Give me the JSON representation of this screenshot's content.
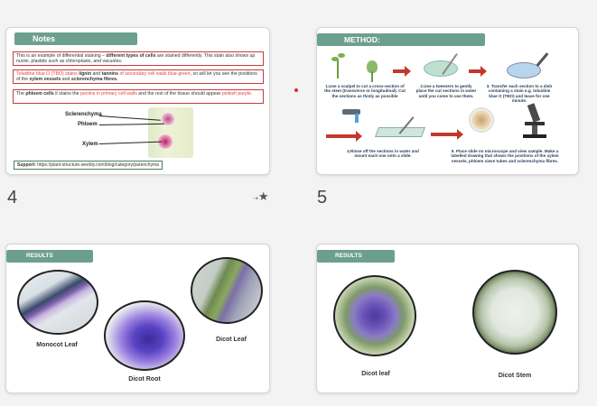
{
  "slides": [
    {
      "number": "4",
      "header": "Notes",
      "notes": [
        {
          "pre": "This is an example of differential staining – ",
          "bold": "different types of cells",
          "post": " are stained differently. This stain also shows up nuclei, plastids such as chloroplasts, and vacuoles."
        },
        {
          "red1": "Toluidine blue O (TBO) stains ",
          "b1": "lignin",
          "mid": " and ",
          "b2": "tannins",
          "red2": " of secondary cell walls blue-green",
          "post": ", so will let you see the positions of the ",
          "b3": "xylem vessels",
          "and": " and ",
          "b4": "sclerenchyma fibres."
        },
        {
          "pre": "The ",
          "bold": "phloem cells",
          "mid": " it stains the ",
          "red": "pectins in primary cell walls",
          "post": "  and the rest of the tissue should appear ",
          "red2": "pinkish purple."
        }
      ],
      "labels": [
        "Sclerenchyma",
        "Phloem",
        "Xylem"
      ],
      "support_label": "Support:",
      "support_url": "https://plant-structure.weebly.com/blog/category/parenchyma"
    },
    {
      "number": "5",
      "header": "METHOD:",
      "steps": [
        "1.Use a scalpel to cut a cross-section of the stem (transverse or longitudinal). Cut the sections as thinly as possible",
        "2.Use a tweezers to gently place the cut sections in water until you come to use them.",
        "3. Transfer each section to a dish containing a stain e.g. toluidine blue O (TBO) and leave for one minute.",
        "4.Rinse off the sections in water and mount each one onto a slide.",
        "5. Place slide on microscope and view sample. Make a labelled drawing that shows the positions of the xylem vessels, phloem sieve tubes and sclerenchyma fibres."
      ]
    },
    {
      "header": "RESULTS",
      "captions": [
        "Monocot Leaf",
        "Dicot Root",
        "Dicot Leaf"
      ]
    },
    {
      "header": "RESULTS",
      "captions": [
        "Dicot leaf",
        "Dicot Stem"
      ]
    }
  ],
  "icons": {
    "star": "★",
    "transition": "⇢"
  }
}
